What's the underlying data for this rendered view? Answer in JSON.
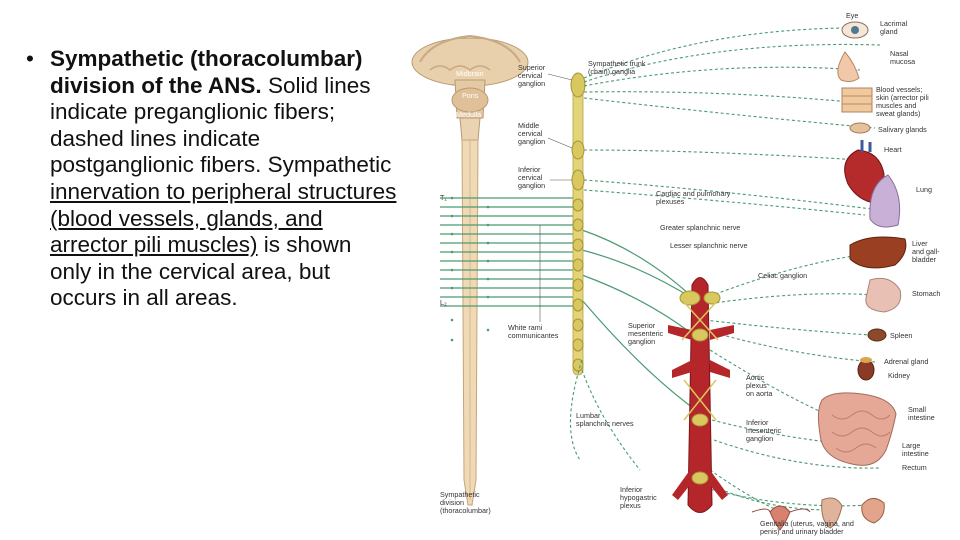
{
  "text_block": {
    "bullet": "•",
    "bold_text": "Sympathetic (thoracolumbar) division of the ANS.",
    "text_1": " Solid lines indicate preganglionic fibers; dashed lines indicate postganglionic fibers. Sympathetic ",
    "underlined_text": "innervation to peripheral structures (blood vessels, glands, and arrector pili muscles)",
    "text_2": " is shown only in the cervical area, but occurs in all areas."
  },
  "figure": {
    "brain_labels": {
      "midbrain": "Midbrain",
      "pons": "Pons",
      "medulla": "Medulla"
    },
    "spinal_labels": {
      "t1": "T₁",
      "l2": "L₂"
    },
    "ganglion_labels": {
      "superior_cervical": [
        "Superior",
        "cervical",
        "ganglion"
      ],
      "middle_cervical": [
        "Middle",
        "cervical",
        "ganglion"
      ],
      "inferior_cervical": [
        "Inferior",
        "cervical",
        "ganglion"
      ],
      "sympathetic_trunk": [
        "Sympathetic trunk",
        "(chain) ganglia"
      ],
      "white_rami": [
        "White rami",
        "communicantes"
      ],
      "lumbar_splanchnic": [
        "Lumbar",
        "splanchnic nerves"
      ],
      "cardiac_pulmonary": [
        "Cardiac and pulmonary",
        "plexuses"
      ],
      "greater_splanchnic": "Greater splanchnic nerve",
      "lesser_splanchnic": "Lesser splanchnic nerve",
      "celiac_ganglion": "Celiac ganglion",
      "superior_mesenteric": [
        "Superior",
        "mesenteric",
        "ganglion"
      ],
      "aortic_plexus": [
        "Aortic",
        "plexus",
        "on aorta"
      ],
      "inferior_mesenteric": [
        "Inferior",
        "mesenteric",
        "ganglion"
      ],
      "inferior_hypogastric": [
        "Inferior",
        "hypogastric",
        "plexus"
      ],
      "division_caption": [
        "Sympathetic",
        "division",
        "(thoracolumbar)"
      ]
    },
    "organ_labels": {
      "eye": "Eye",
      "lacrimal": [
        "Lacrimal",
        "gland"
      ],
      "nasal": [
        "Nasal",
        "mucosa"
      ],
      "blood_vessels": [
        "Blood vessels;",
        "skin (arrector pili",
        "muscles and",
        "sweat glands)"
      ],
      "salivary": "Salivary glands",
      "heart": "Heart",
      "lung": "Lung",
      "liver": [
        "Liver",
        "and gall-",
        "bladder"
      ],
      "stomach": "Stomach",
      "spleen": "Spleen",
      "adrenal": "Adrenal gland",
      "kidney": "Kidney",
      "small_intestine": [
        "Small",
        "intestine"
      ],
      "large_intestine": [
        "Large",
        "intestine"
      ],
      "rectum": "Rectum",
      "genitalia": [
        "Genitalia (uterus, vagina, and",
        "penis) and urinary bladder"
      ]
    },
    "colors": {
      "preganglionic": "#4a9a72",
      "postganglionic": "#4a9a72",
      "chain": "#d9c760",
      "aorta": "#b5262b",
      "brain": "#e4c9a4",
      "cord": "#f0d9b5"
    }
  }
}
